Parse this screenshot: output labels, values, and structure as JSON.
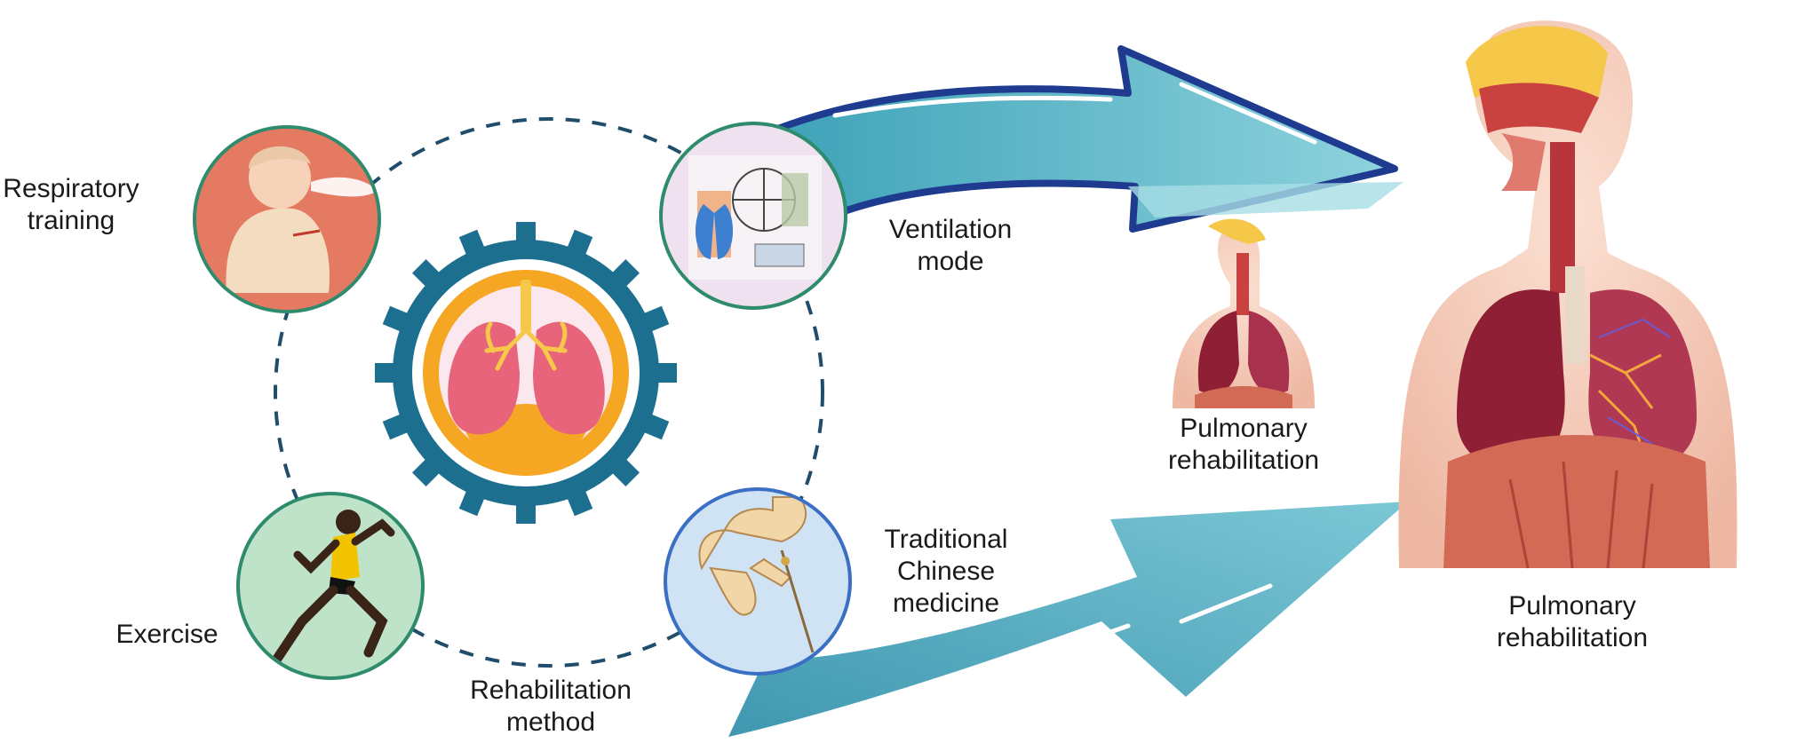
{
  "labels": {
    "respiratory_training": [
      "Respiratory",
      "training"
    ],
    "exercise": [
      "Exercise"
    ],
    "rehabilitation_method": [
      "Rehabilitation",
      "method"
    ],
    "ventilation_mode": [
      "Ventilation",
      "mode"
    ],
    "tcm": [
      "Traditional",
      "Chinese",
      "medicine"
    ],
    "pulmonary_small": [
      "Pulmonary",
      "rehabilitation"
    ],
    "pulmonary_large": [
      "Pulmonary",
      "rehabilitation"
    ]
  },
  "icons": {
    "center": "lungs-gear-icon",
    "respiratory": "breathing-exercise-icon",
    "ventilation": "ventilator-icon",
    "exercise": "runner-icon",
    "tcm": "acupuncture-hand-icon",
    "anatomy_small": "respiratory-system-small-icon",
    "anatomy_large": "respiratory-system-large-icon"
  },
  "colors": {
    "dashed_ring": "#1f4d6b",
    "gear": "#1d6f8f",
    "gear_inner": "#f5a623",
    "lung": "#e8647a",
    "arrow_fill": "#5fb7c8",
    "arrow_outline": "#1f3b8f",
    "respiratory_bg": "#e57a63",
    "ventilation_bg": "#efe1ef",
    "exercise_bg": "#bfe3c9",
    "tcm_bg": "#cfe3f4"
  }
}
